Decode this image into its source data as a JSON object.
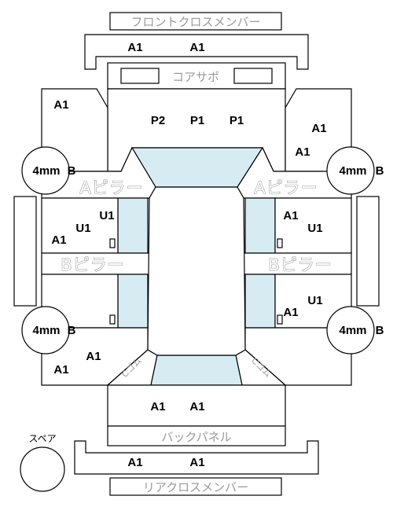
{
  "sections": {
    "front_cross_member": "フロントクロスメンバー",
    "core_support": "コアサポ",
    "a_pillar": "Aピラー",
    "b_pillar": "Bピラー",
    "back_panel": "バックパネル",
    "rear_cross_member": "リアクロスメンバー",
    "spare": "スペア"
  },
  "codes": {
    "a1": "A1",
    "p1": "P1",
    "p2": "P2",
    "u1": "U1",
    "b": "B",
    "mm4": "4mm"
  },
  "side_markers": {
    "left": "Cゴム",
    "right": "Cゴム"
  }
}
